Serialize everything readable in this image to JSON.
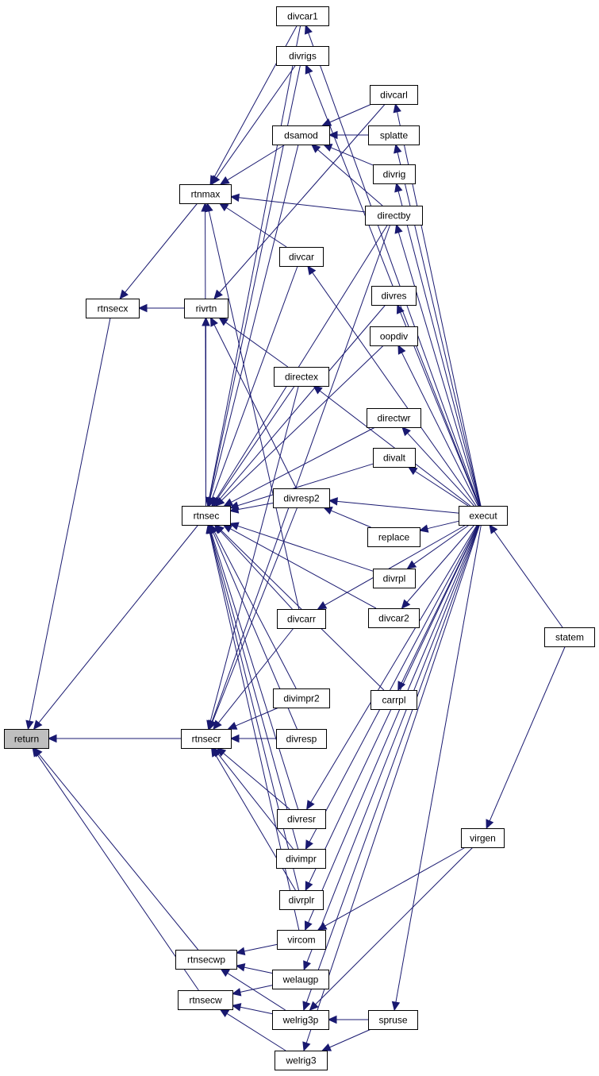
{
  "diagram": {
    "accent_color": "#191970",
    "highlight_color": "#bfbfbf",
    "nodes": [
      {
        "id": "return",
        "label": "return",
        "highlight": true
      },
      {
        "id": "rtnsecx",
        "label": "rtnsecx"
      },
      {
        "id": "rivrtn",
        "label": "rivrtn"
      },
      {
        "id": "rtnmax",
        "label": "rtnmax"
      },
      {
        "id": "rtnsec",
        "label": "rtnsec"
      },
      {
        "id": "rtnsecr",
        "label": "rtnsecr"
      },
      {
        "id": "rtnsecwp",
        "label": "rtnsecwp"
      },
      {
        "id": "rtnsecw",
        "label": "rtnsecw"
      },
      {
        "id": "divcar1",
        "label": "divcar1"
      },
      {
        "id": "divrigs",
        "label": "divrigs"
      },
      {
        "id": "dsamod",
        "label": "dsamod"
      },
      {
        "id": "divcar",
        "label": "divcar"
      },
      {
        "id": "directex",
        "label": "directex"
      },
      {
        "id": "divresp2",
        "label": "divresp2"
      },
      {
        "id": "divcarr",
        "label": "divcarr"
      },
      {
        "id": "divimpr2",
        "label": "divimpr2"
      },
      {
        "id": "divresp",
        "label": "divresp"
      },
      {
        "id": "divresr",
        "label": "divresr"
      },
      {
        "id": "divimpr",
        "label": "divimpr"
      },
      {
        "id": "divrplr",
        "label": "divrplr"
      },
      {
        "id": "vircom",
        "label": "vircom"
      },
      {
        "id": "welaugp",
        "label": "welaugp"
      },
      {
        "id": "welrig3p",
        "label": "welrig3p"
      },
      {
        "id": "welrig3",
        "label": "welrig3"
      },
      {
        "id": "divcarl",
        "label": "divcarl"
      },
      {
        "id": "splatte",
        "label": "splatte"
      },
      {
        "id": "divrig",
        "label": "divrig"
      },
      {
        "id": "directby",
        "label": "directby"
      },
      {
        "id": "divres",
        "label": "divres"
      },
      {
        "id": "oopdiv",
        "label": "oopdiv"
      },
      {
        "id": "directwr",
        "label": "directwr"
      },
      {
        "id": "divalt",
        "label": "divalt"
      },
      {
        "id": "replace",
        "label": "replace"
      },
      {
        "id": "divrpl",
        "label": "divrpl"
      },
      {
        "id": "divcar2",
        "label": "divcar2"
      },
      {
        "id": "carrpl",
        "label": "carrpl"
      },
      {
        "id": "spruse",
        "label": "spruse"
      },
      {
        "id": "execut",
        "label": "execut"
      },
      {
        "id": "virgen",
        "label": "virgen"
      },
      {
        "id": "statem",
        "label": "statem"
      }
    ],
    "edges": [
      [
        "rtnsecx",
        "return"
      ],
      [
        "rtnsec",
        "return"
      ],
      [
        "rtnsecr",
        "return"
      ],
      [
        "rtnsecwp",
        "return"
      ],
      [
        "rtnsecw",
        "return"
      ],
      [
        "rtnmax",
        "rtnsecx"
      ],
      [
        "rivrtn",
        "rtnsecx"
      ],
      [
        "rtnsec",
        "rtnmax"
      ],
      [
        "divcar",
        "rtnmax"
      ],
      [
        "dsamod",
        "rtnmax"
      ],
      [
        "divrigs",
        "rtnmax"
      ],
      [
        "divcar1",
        "rtnmax"
      ],
      [
        "divcarr",
        "rtnmax"
      ],
      [
        "directby",
        "rtnmax"
      ],
      [
        "rtnsec",
        "rivrtn"
      ],
      [
        "directex",
        "rivrtn"
      ],
      [
        "divresp2",
        "rivrtn"
      ],
      [
        "divcarl",
        "rivrtn"
      ],
      [
        "divcar1",
        "rtnsec"
      ],
      [
        "divrigs",
        "rtnsec"
      ],
      [
        "dsamod",
        "rtnsec"
      ],
      [
        "directby",
        "rtnsec"
      ],
      [
        "divcar",
        "rtnsec"
      ],
      [
        "divres",
        "rtnsec"
      ],
      [
        "oopdiv",
        "rtnsec"
      ],
      [
        "directex",
        "rtnsec"
      ],
      [
        "directwr",
        "rtnsec"
      ],
      [
        "divalt",
        "rtnsec"
      ],
      [
        "divresp2",
        "rtnsec"
      ],
      [
        "divrpl",
        "rtnsec"
      ],
      [
        "divcar2",
        "rtnsec"
      ],
      [
        "divcarr",
        "rtnsec"
      ],
      [
        "carrpl",
        "rtnsec"
      ],
      [
        "divresr",
        "rtnsec"
      ],
      [
        "divimpr",
        "rtnsec"
      ],
      [
        "divrplr",
        "rtnsec"
      ],
      [
        "divresp",
        "rtnsec"
      ],
      [
        "vircom",
        "rtnsec"
      ],
      [
        "divimpr2",
        "rtnsec"
      ],
      [
        "directby",
        "rtnsecr"
      ],
      [
        "divresp",
        "rtnsecr"
      ],
      [
        "divimpr2",
        "rtnsecr"
      ],
      [
        "divcarr",
        "rtnsecr"
      ],
      [
        "divresr",
        "rtnsecr"
      ],
      [
        "divimpr",
        "rtnsecr"
      ],
      [
        "divrplr",
        "rtnsecr"
      ],
      [
        "directex",
        "rtnsecr"
      ],
      [
        "divresp2",
        "rtnsecr"
      ],
      [
        "vircom",
        "rtnsecwp"
      ],
      [
        "welaugp",
        "rtnsecwp"
      ],
      [
        "welrig3p",
        "rtnsecwp"
      ],
      [
        "welaugp",
        "rtnsecw"
      ],
      [
        "welrig3p",
        "rtnsecw"
      ],
      [
        "welrig3",
        "rtnsecw"
      ],
      [
        "divcarl",
        "dsamod"
      ],
      [
        "splatte",
        "dsamod"
      ],
      [
        "divrig",
        "dsamod"
      ],
      [
        "directby",
        "dsamod"
      ],
      [
        "replace",
        "divresp2"
      ],
      [
        "execut",
        "divresp2"
      ],
      [
        "spruse",
        "welrig3p"
      ],
      [
        "spruse",
        "welrig3"
      ],
      [
        "execut",
        "divcar1"
      ],
      [
        "execut",
        "divrigs"
      ],
      [
        "execut",
        "divcarl"
      ],
      [
        "execut",
        "splatte"
      ],
      [
        "execut",
        "divrig"
      ],
      [
        "execut",
        "directby"
      ],
      [
        "execut",
        "divcar"
      ],
      [
        "execut",
        "divres"
      ],
      [
        "execut",
        "oopdiv"
      ],
      [
        "execut",
        "directex"
      ],
      [
        "execut",
        "directwr"
      ],
      [
        "execut",
        "divalt"
      ],
      [
        "execut",
        "replace"
      ],
      [
        "execut",
        "divrpl"
      ],
      [
        "execut",
        "divcar2"
      ],
      [
        "execut",
        "divcarr"
      ],
      [
        "execut",
        "carrpl"
      ],
      [
        "execut",
        "divresr"
      ],
      [
        "execut",
        "divimpr"
      ],
      [
        "execut",
        "divrplr"
      ],
      [
        "execut",
        "vircom"
      ],
      [
        "execut",
        "welaugp"
      ],
      [
        "execut",
        "welrig3p"
      ],
      [
        "execut",
        "spruse"
      ],
      [
        "execut",
        "welrig3"
      ],
      [
        "virgen",
        "vircom"
      ],
      [
        "virgen",
        "welrig3p"
      ],
      [
        "statem",
        "execut"
      ],
      [
        "statem",
        "virgen"
      ]
    ]
  }
}
